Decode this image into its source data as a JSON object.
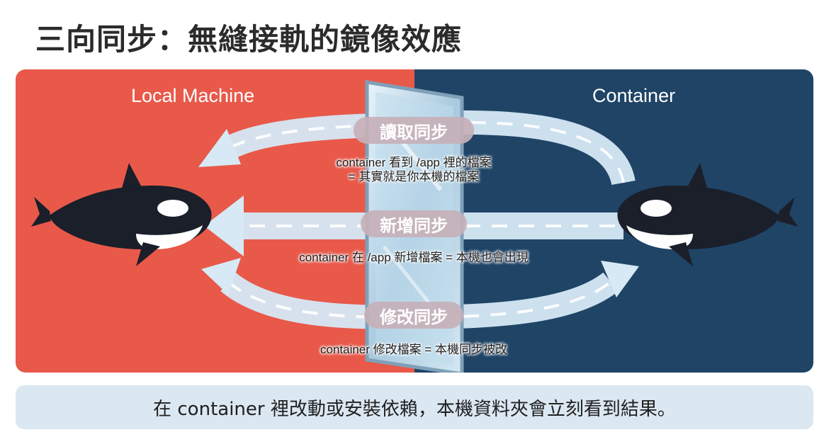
{
  "title": "三向同步：無縫接軌的鏡像效應",
  "colors": {
    "local_bg": "#e8594a",
    "container_bg": "#1f4466",
    "arrow": "#d6e9f5",
    "pill": "#c6b0b8",
    "banner_bg": "#dbe8f2"
  },
  "left_label": "Local Machine",
  "right_label": "Container",
  "icons": {
    "left_whale": "orca-icon",
    "right_whale": "orca-icon",
    "divider": "mirror-icon"
  },
  "syncs": [
    {
      "label": "讀取同步",
      "caption_line1": "container 看到 /app 裡的檔案",
      "caption_line2": "= 其實就是你本機的檔案"
    },
    {
      "label": "新增同步",
      "caption_line1": "container 在 /app 新增檔案 = 本機也會出現"
    },
    {
      "label": "修改同步",
      "caption_line1": "container 修改檔案 = 本機同步被改"
    }
  ],
  "footer": "在 container 裡改動或安裝依賴，本機資料夾會立刻看到結果。"
}
